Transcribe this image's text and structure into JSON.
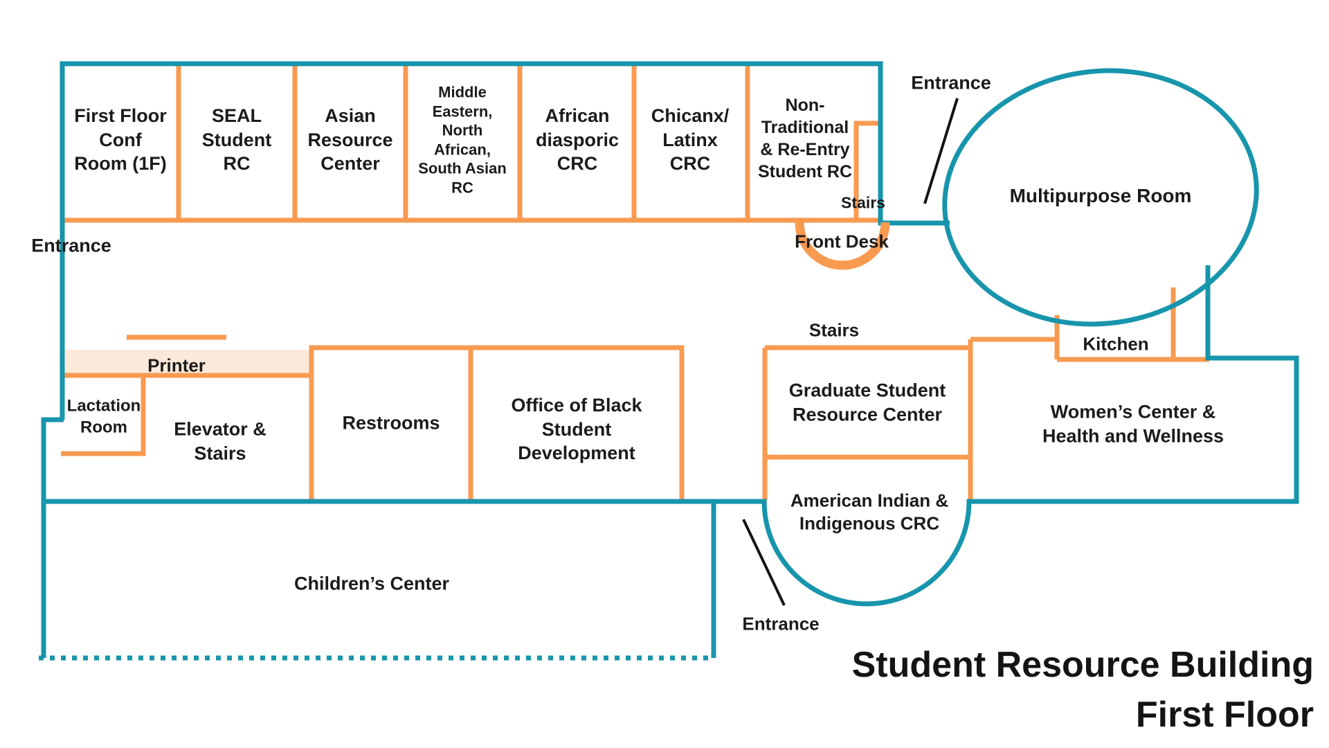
{
  "title": {
    "line1": "Student Resource Building",
    "line2": "First Floor"
  },
  "rooms": {
    "first_floor_conf": "First Floor\nConf\nRoom (1F)",
    "seal": "SEAL\nStudent\nRC",
    "asian": "Asian\nResource\nCenter",
    "mena": "Middle\nEastern,\nNorth\nAfrican,\nSouth Asian\nRC",
    "african": "African\ndiasporic\nCRC",
    "chicanx": "Chicanx/\nLatinx\nCRC",
    "nontrad": "Non-\nTraditional\n& Re-Entry\nStudent RC",
    "multipurpose": "Multipurpose Room",
    "lactation": "Lactation\nRoom",
    "elevator": "Elevator &\nStairs",
    "restrooms": "Restrooms",
    "office_black_student": "Office of Black\nStudent\nDevelopment",
    "graduate": "Graduate Student\nResource Center",
    "american_indian": "American Indian &\nIndigenous CRC",
    "kitchen": "Kitchen",
    "womens": "Women’s Center &\nHealth and Wellness",
    "childrens": "Children’s Center"
  },
  "labels": {
    "entrance_left": "Entrance",
    "entrance_top": "Entrance",
    "entrance_bottom": "Entrance",
    "stairs_top": "Stairs",
    "stairs_mid": "Stairs",
    "front_desk": "Front Desk",
    "printer": "Printer"
  },
  "colors": {
    "wall_teal": "#1795AC",
    "wall_orange": "#F89A50",
    "corridor": "#FCDFC8",
    "corridor_shade": "#FDE9DA",
    "text": "#1b1b1b"
  }
}
